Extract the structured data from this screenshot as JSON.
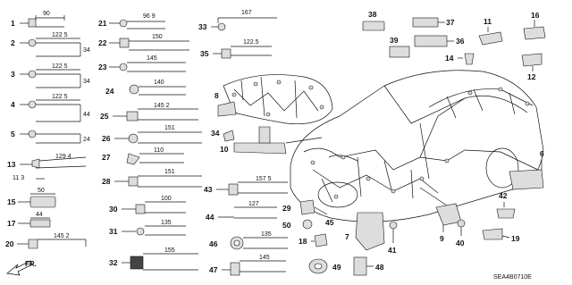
{
  "diagram": {
    "code": "SEA4B0710E",
    "direction_label": "FR.",
    "callouts": [
      {
        "id": "c1",
        "label": "1",
        "dim": "90"
      },
      {
        "id": "c2",
        "label": "2",
        "dim": "122 5",
        "dim2": "34"
      },
      {
        "id": "c3",
        "label": "3",
        "dim": "122 5",
        "dim2": "34"
      },
      {
        "id": "c4",
        "label": "4",
        "dim": "122 5",
        "dim2": "44"
      },
      {
        "id": "c5",
        "label": "5",
        "dim2": "24"
      },
      {
        "id": "c13",
        "label": "13",
        "dim": "129 4",
        "dim2": "11 3"
      },
      {
        "id": "c15",
        "label": "15",
        "dim": "50"
      },
      {
        "id": "c17",
        "label": "17",
        "dim": "44"
      },
      {
        "id": "c20",
        "label": "20",
        "dim": "145 2"
      },
      {
        "id": "c21",
        "label": "21",
        "dim": "96 9"
      },
      {
        "id": "c22",
        "label": "22",
        "dim": "150"
      },
      {
        "id": "c23",
        "label": "23",
        "dim": "145"
      },
      {
        "id": "c24",
        "label": "24",
        "dim": "140"
      },
      {
        "id": "c25",
        "label": "25",
        "dim": "145 2"
      },
      {
        "id": "c26",
        "label": "26",
        "dim": "151"
      },
      {
        "id": "c27",
        "label": "27",
        "dim": "110"
      },
      {
        "id": "c28",
        "label": "28",
        "dim": "151"
      },
      {
        "id": "c30",
        "label": "30",
        "dim": "100"
      },
      {
        "id": "c31",
        "label": "31",
        "dim": "135"
      },
      {
        "id": "c32",
        "label": "32",
        "dim": "155"
      },
      {
        "id": "c33",
        "label": "33",
        "dim": "167"
      },
      {
        "id": "c35",
        "label": "35",
        "dim": "122.5"
      },
      {
        "id": "c43",
        "label": "43",
        "dim": "157 5"
      },
      {
        "id": "c44",
        "label": "44",
        "dim": "127"
      },
      {
        "id": "c46",
        "label": "46",
        "dim": "135"
      },
      {
        "id": "c47",
        "label": "47",
        "dim": "145"
      }
    ],
    "labels": {
      "l6": "6",
      "l7": "7",
      "l8": "8",
      "l9": "9",
      "l10": "10",
      "l11": "11",
      "l12": "12",
      "l14": "14",
      "l16": "16",
      "l18": "18",
      "l19": "19",
      "l29": "29",
      "l34": "34",
      "l36": "36",
      "l37": "37",
      "l38": "38",
      "l39": "39",
      "l40": "40",
      "l41": "41",
      "l42": "42",
      "l45": "45",
      "l48": "48",
      "l49": "49",
      "l50": "50"
    }
  }
}
